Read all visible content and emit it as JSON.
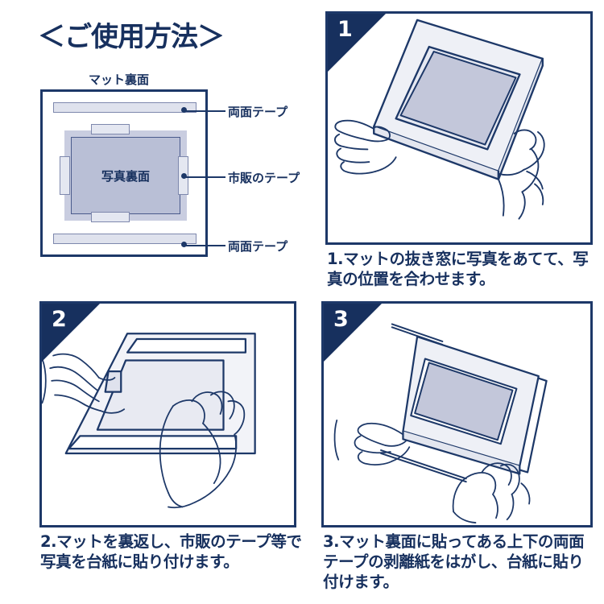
{
  "title": "＜ご使用方法＞",
  "colors": {
    "navy": "#17305e",
    "line_navy": "#1d3868",
    "photo_fill": "#b9bfd6",
    "mat_fill": "#c9cde0",
    "tape_fill": "#dfe2ed",
    "background": "#ffffff"
  },
  "diagram": {
    "mat_label": "マット裏面",
    "photo_label": "写真裏面",
    "callouts": [
      {
        "id": "tape-top",
        "label": "両面テープ"
      },
      {
        "id": "tape-side",
        "label": "市販のテープ"
      },
      {
        "id": "tape-bottom",
        "label": "両面テープ"
      }
    ]
  },
  "steps": [
    {
      "number": "1",
      "caption": "1.マットの抜き窓に写真をあてて、写真の位置を合わせます。",
      "art": "hands-holding-mat-with-photo"
    },
    {
      "number": "2",
      "caption": "2.マットを裏返し、市販のテープ等で写真を台紙に貼り付けます。",
      "art": "hands-taping-photo-to-mat-back"
    },
    {
      "number": "3",
      "caption": "3.マット裏面に貼ってある上下の両面テープの剥離紙をはがし、台紙に貼り付けます。",
      "art": "hands-attaching-mat-to-backing-board"
    }
  ]
}
